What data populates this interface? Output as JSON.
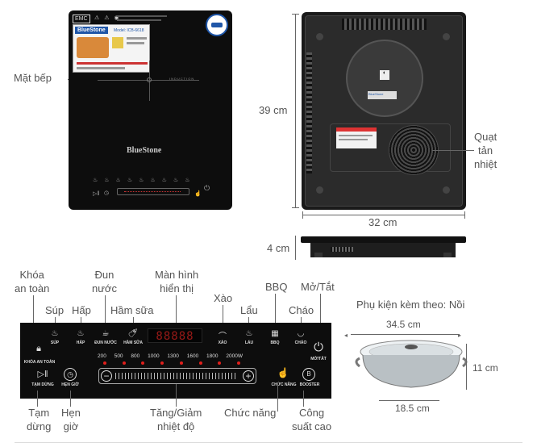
{
  "top_view": {
    "mat_bep_label": "Mặt bếp",
    "brand": "BlueStone",
    "emc": "EMC",
    "induction_text": "INDUCTION",
    "box_brand": "BlueStone",
    "box_model": "Model: ICB-6618"
  },
  "bottom_view": {
    "height_label": "39 cm",
    "width_label": "32 cm",
    "fan_label_1": "Quạt",
    "fan_label_2": "tản",
    "fan_label_3": "nhiệt",
    "plate_brand": "BlueStone"
  },
  "side_view": {
    "thickness_label": "4 cm"
  },
  "control_panel": {
    "labels": {
      "khoa_1": "Khóa",
      "khoa_2": "an toàn",
      "sup": "Súp",
      "hap": "Hấp",
      "dun_1": "Đun",
      "dun_2": "nước",
      "ham_sua": "Hầm sữa",
      "man_hinh_1": "Màn hình",
      "man_hinh_2": "hiển thị",
      "xao": "Xào",
      "lau": "Lẩu",
      "bbq": "BBQ",
      "chao": "Cháo",
      "mo_tat": "Mở/Tắt",
      "tam_dung_1": "Tạm",
      "tam_dung_2": "dừng",
      "hen_gio_1": "Hẹn",
      "hen_gio_2": "giờ",
      "tang_giam_1": "Tăng/Giảm",
      "tang_giam_2": "nhiệt độ",
      "chuc_nang": "Chức năng",
      "cong_suat_1": "Công",
      "cong_suat_2": "suất cao"
    },
    "panel_text": {
      "khoa_an_toan": "KHÓA AN TOÀN",
      "sup": "SÚP",
      "hap": "HẤP",
      "dun_nuoc": "ĐUN NƯỚC",
      "ham_sua": "HẦM SỮA",
      "xao": "XÀO",
      "lau": "LẨU",
      "bbq": "BBQ",
      "chao": "CHÁO",
      "mo_tat": "MỞ/TẮT",
      "tam_dung": "TẠM DỪNG",
      "hen_gio": "HẸN GIỜ",
      "chuc_nang": "CHỨC NĂNG",
      "booster": "BOOSTER",
      "display": "88888"
    },
    "power_levels": [
      "200",
      "500",
      "800",
      "1000",
      "1300",
      "1600",
      "1800",
      "2000W"
    ]
  },
  "accessory": {
    "title": "Phụ kiện kèm theo: Nồi",
    "diameter": "34.5 cm",
    "height": "11 cm",
    "base": "18.5 cm"
  },
  "colors": {
    "led_red": "#e0201c",
    "glass": "#0d0d0d"
  }
}
